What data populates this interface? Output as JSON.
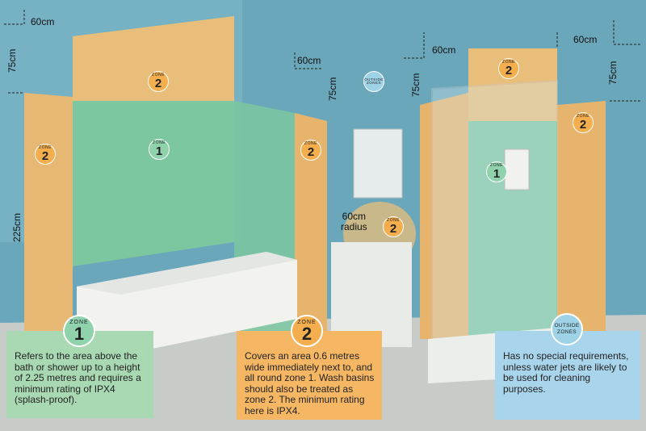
{
  "dimensions": {
    "top_left_width": "60cm",
    "top_left_height": "75cm",
    "left_full_height": "225cm",
    "basin_width": "60cm",
    "basin_height": "75cm",
    "shower_left_width": "60cm",
    "shower_left_height": "75cm",
    "shower_right_width": "60cm",
    "shower_right_height": "75cm"
  },
  "basin_radius_label": "60cm\nradius",
  "badges": {
    "zone_word": "ZONE",
    "zone1_number": "1",
    "zone2_number": "2",
    "outside_word": "OUTSIDE ZONES"
  },
  "panels": {
    "zone1": {
      "word": "ZONE",
      "number": "1",
      "text": "Refers to the area above the bath or shower up to a height of 2.25 metres and requires a minimum rating of IPX4 (splash-proof)."
    },
    "zone2": {
      "word": "ZONE",
      "number": "2",
      "text": "Covers an area 0.6 metres wide immediately next to, and all round zone 1. Wash basins should also be treated as zone 2. The minimum rating here is IPX4."
    },
    "outside": {
      "word": "OUTSIDE ZONES",
      "text": "Has no special requirements, unless water jets are likely to be used for cleaning purposes."
    }
  },
  "colors": {
    "zone1": "#8fd2ac",
    "zone2": "#f4ae4e",
    "outside": "#9ed2e6",
    "wall_blue": "#6ea9bc"
  }
}
